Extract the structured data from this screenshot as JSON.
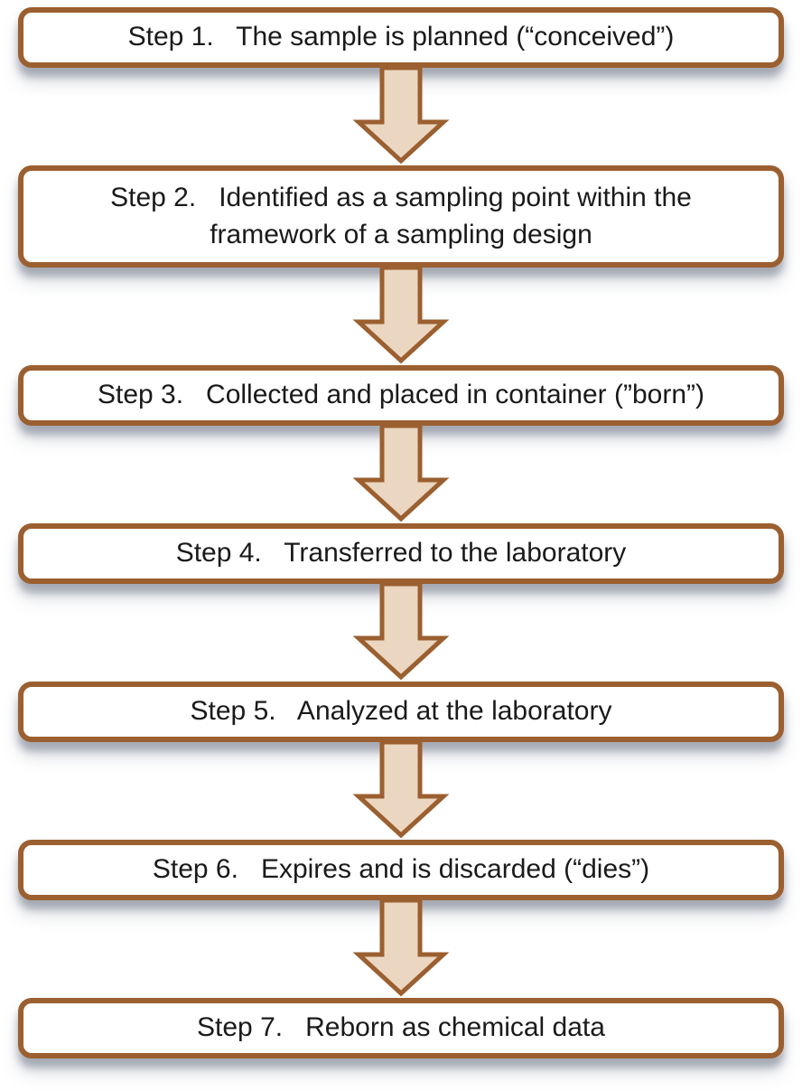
{
  "colors": {
    "background": "#ffffff",
    "box_fill": "#ffffff",
    "box_border": "#9b5f30",
    "arrow_fill": "#ebd7c1",
    "arrow_stroke": "#9b5f30",
    "text": "#1a1a1a",
    "shadow": "rgba(115,122,136,0.55)"
  },
  "flowchart": {
    "type": "vertical-step-flow",
    "steps": [
      {
        "number": "Step 1.",
        "label": "Step 1.   The sample is planned (“conceived”)"
      },
      {
        "number": "Step 2.",
        "label": "Step 2.   Identified as a sampling point within the\nframework of a sampling design"
      },
      {
        "number": "Step 3.",
        "label": "Step 3.   Collected and placed in container (”born”)"
      },
      {
        "number": "Step 4.",
        "label": "Step 4.   Transferred to the laboratory"
      },
      {
        "number": "Step 5.",
        "label": "Step 5.   Analyzed at the laboratory"
      },
      {
        "number": "Step 6.",
        "label": "Step 6.   Expires and is discarded (“dies”)"
      },
      {
        "number": "Step 7.",
        "label": "Step 7.   Reborn as chemical data"
      }
    ]
  }
}
